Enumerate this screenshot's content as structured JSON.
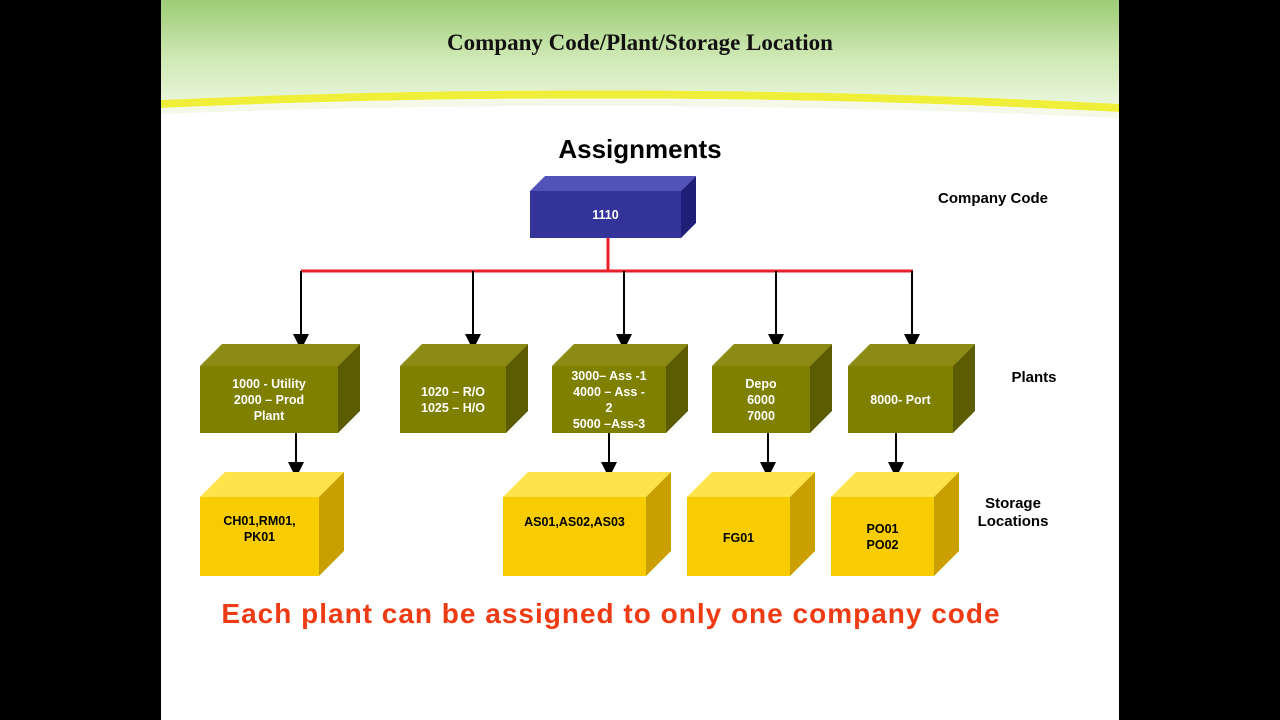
{
  "slide": {
    "title": "Company Code/Plant/Storage  Location",
    "heading": "Assignments",
    "footer": "Each plant can be assigned to only one company code"
  },
  "labels": {
    "company_code": "Company Code",
    "plants": "Plants",
    "storage_locations": [
      "Storage",
      "Locations"
    ]
  },
  "company": {
    "lines": [
      "1110"
    ]
  },
  "plants": [
    {
      "lines": [
        "1000 - Utility",
        "2000 – Prod",
        "Plant"
      ]
    },
    {
      "lines": [
        "1020 – R/O",
        "1025 – H/O"
      ]
    },
    {
      "lines": [
        "3000– Ass -1",
        "4000 – Ass -",
        "2",
        "5000 –Ass-3"
      ]
    },
    {
      "lines": [
        "Depo",
        "6000",
        "7000"
      ]
    },
    {
      "lines": [
        "8000- Port"
      ]
    }
  ],
  "storage": [
    {
      "lines": [
        "CH01,RM01,",
        "PK01"
      ]
    },
    {
      "lines": [
        "AS01,AS02,AS03"
      ]
    },
    {
      "lines": [
        "FG01"
      ]
    },
    {
      "lines": [
        "PO01",
        "PO02"
      ]
    }
  ],
  "colors": {
    "company_box": "#33339a",
    "plant_box": "#7f7f00",
    "storage_box": "#f7cc00",
    "connector_red": "#e8202a",
    "footer_text": "#ef3b14",
    "banner_green": "#a6d084",
    "banner_yellow": "#efef3a"
  }
}
